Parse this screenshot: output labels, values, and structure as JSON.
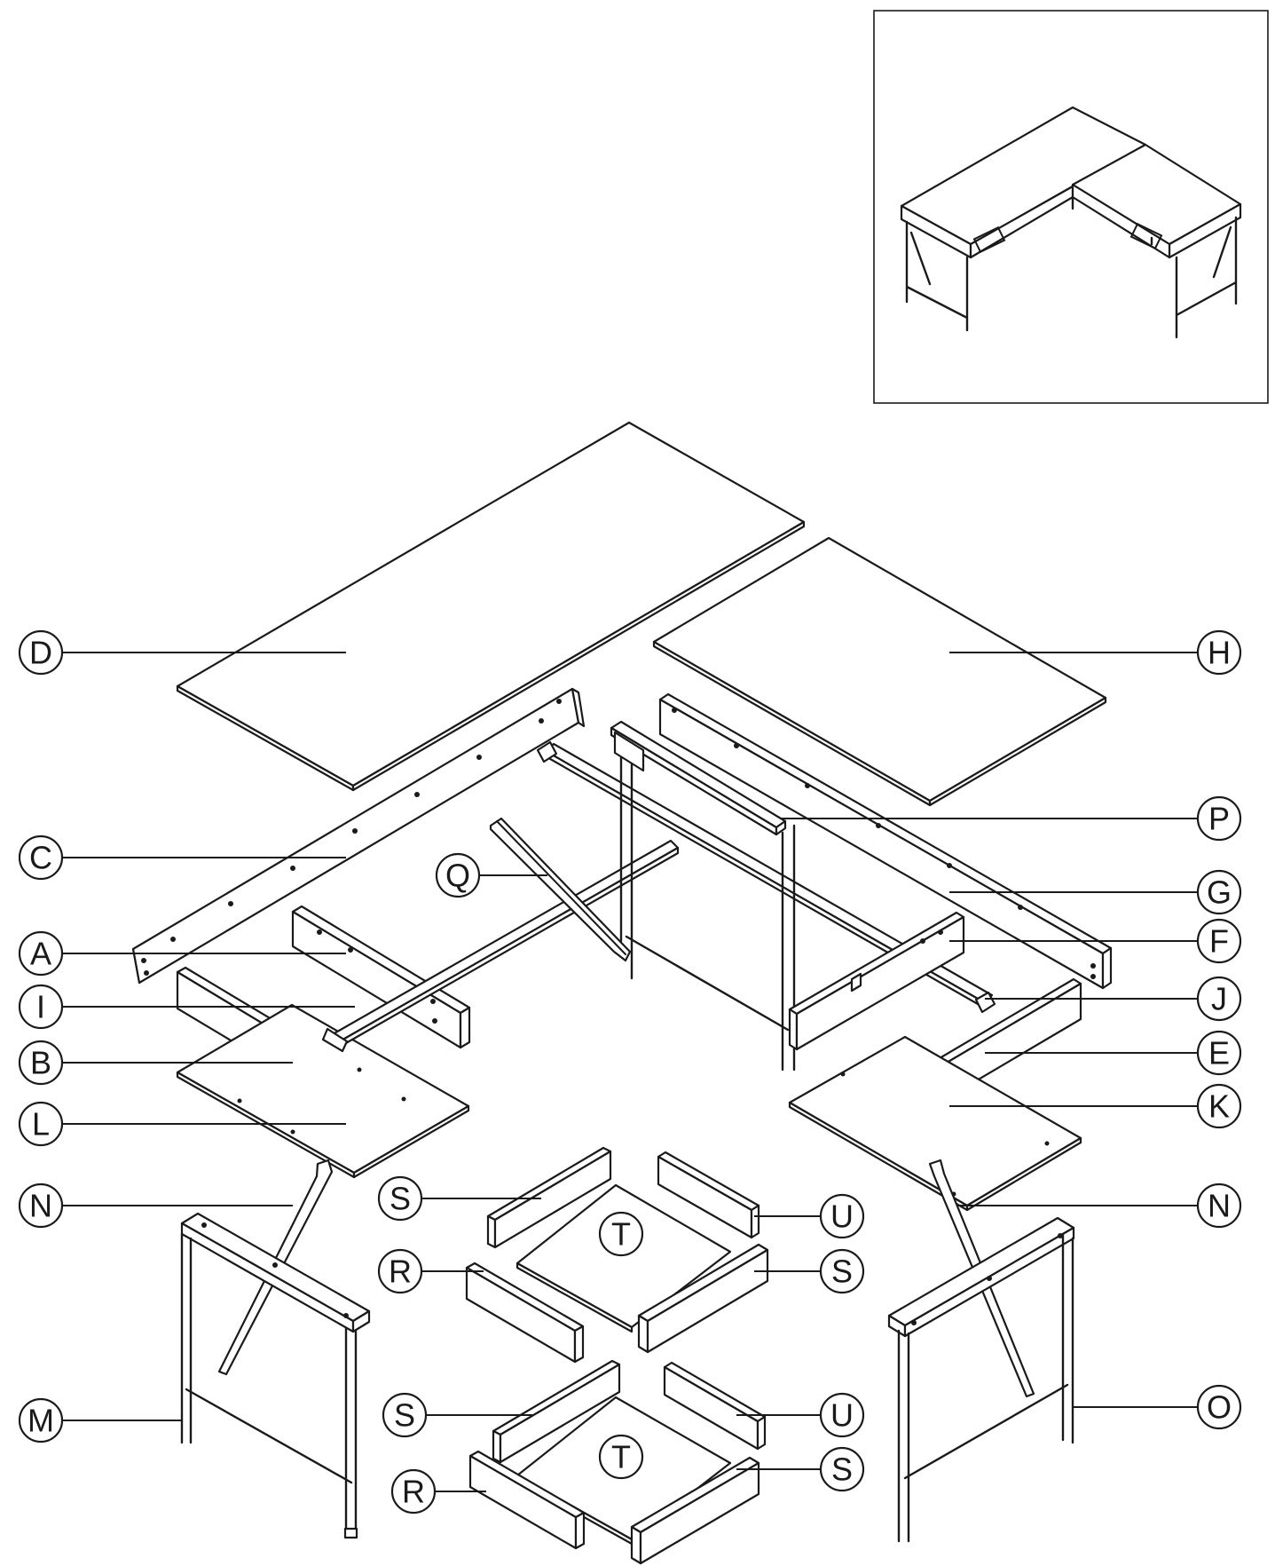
{
  "diagram": {
    "callouts": [
      {
        "id": "D",
        "label": "D"
      },
      {
        "id": "H",
        "label": "H"
      },
      {
        "id": "P",
        "label": "P"
      },
      {
        "id": "C",
        "label": "C"
      },
      {
        "id": "Q",
        "label": "Q"
      },
      {
        "id": "G",
        "label": "G"
      },
      {
        "id": "A",
        "label": "A"
      },
      {
        "id": "F",
        "label": "F"
      },
      {
        "id": "I",
        "label": "I"
      },
      {
        "id": "J",
        "label": "J"
      },
      {
        "id": "B",
        "label": "B"
      },
      {
        "id": "E",
        "label": "E"
      },
      {
        "id": "L",
        "label": "L"
      },
      {
        "id": "K",
        "label": "K"
      },
      {
        "id": "N-left",
        "label": "N"
      },
      {
        "id": "N-right",
        "label": "N"
      },
      {
        "id": "S-upper-left",
        "label": "S"
      },
      {
        "id": "T-upper",
        "label": "T"
      },
      {
        "id": "U-upper",
        "label": "U"
      },
      {
        "id": "R-upper",
        "label": "R"
      },
      {
        "id": "S-upper-right",
        "label": "S"
      },
      {
        "id": "M",
        "label": "M"
      },
      {
        "id": "O",
        "label": "O"
      },
      {
        "id": "S-lower-left",
        "label": "S"
      },
      {
        "id": "U-lower",
        "label": "U"
      },
      {
        "id": "T-lower",
        "label": "T"
      },
      {
        "id": "R-lower",
        "label": "R"
      },
      {
        "id": "S-lower-right",
        "label": "S"
      }
    ]
  }
}
